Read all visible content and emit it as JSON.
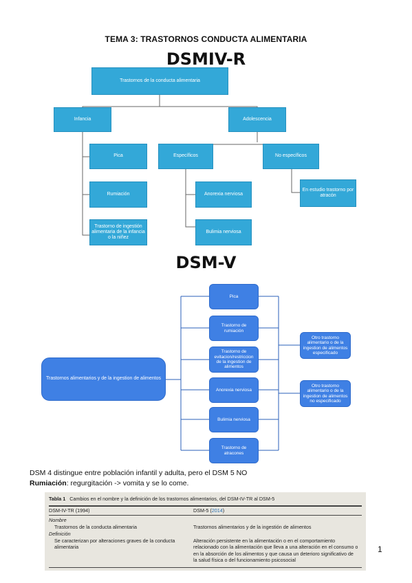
{
  "heading": "TEMA 3: TRASTORNOS CONDUCTA ALIMENTARIA",
  "diagram1": {
    "title": "DSMIV-R",
    "root": "Trastornos de la conducta alimentaria",
    "infancia": "Infancia",
    "adolescencia": "Adolescencia",
    "pica": "Pica",
    "rumiacion": "Rumiación",
    "trastorno_ingestion": "Trastorno de ingestión alimentaria de la infancia o la niñez",
    "especificos": "Específicos",
    "no_especificos": "No específicos",
    "anorexia": "Anorexia nerviosa",
    "bulimia": "Bulimia nerviosa",
    "en_estudio": "En estudio trastorno por atracón"
  },
  "diagram2": {
    "title": "DSM-V",
    "root": "Trastornos alimentarios y de la ingestion de alimentos",
    "items": [
      "Pica",
      "Trastorno de rumiación",
      "Trastorno de evitacion/restriccion de la ingestion de alimentos",
      "Anorexia nerviosa",
      "Bulimia nerviosa",
      "Trastorno de atracones"
    ],
    "otro_especificado": "Otro trastorno alimentario o de la ingestion de alimentos especificado",
    "otro_no_especificado": "Otro trastorno alimentario o de la ingestion de alimentos no especificado"
  },
  "text": {
    "line1": "DSM 4 distingue entre población infantil y adulta, pero el DSM 5 NO",
    "rumiacion_label": "Rumiación",
    "rumiacion_text": ": regurgitación -> vomita y se lo come."
  },
  "table": {
    "label": "Tabla 1",
    "title": "Cambios en el nombre y la definición de los trastornos alimentarios, del DSM-IV-TR al DSM-5",
    "col1_header": "DSM-IV-TR (1994)",
    "col2_header_prefix": "DSM-5 (",
    "col2_header_year": "2014",
    "col2_header_suffix": ")",
    "nombre_label": "Nombre",
    "nombre_old": "Trastornos de la conducta alimentaria",
    "nombre_new": "Trastornos alimentarios y de la ingestión de alimentos",
    "definicion_label": "Definición",
    "definicion_old": "Se caracterizan por alteraciones graves de la conducta alimentaria",
    "definicion_new": "Alteración persistente en la alimentación o en el comportamiento relacionado con la alimentación que lleva a una alteración en el consumo o en la absorción de los alimentos y que causa un deterioro significativo de la salud física o del funcionamiento psicosocial"
  },
  "page_number": "1",
  "colors": {
    "diagram1_box": "#33a8d8",
    "diagram2_box": "#3f80e4",
    "connector1": "#666666",
    "connector2": "#2a5fb8",
    "table_bg": "#e8e6df",
    "link": "#2a6fb0"
  }
}
